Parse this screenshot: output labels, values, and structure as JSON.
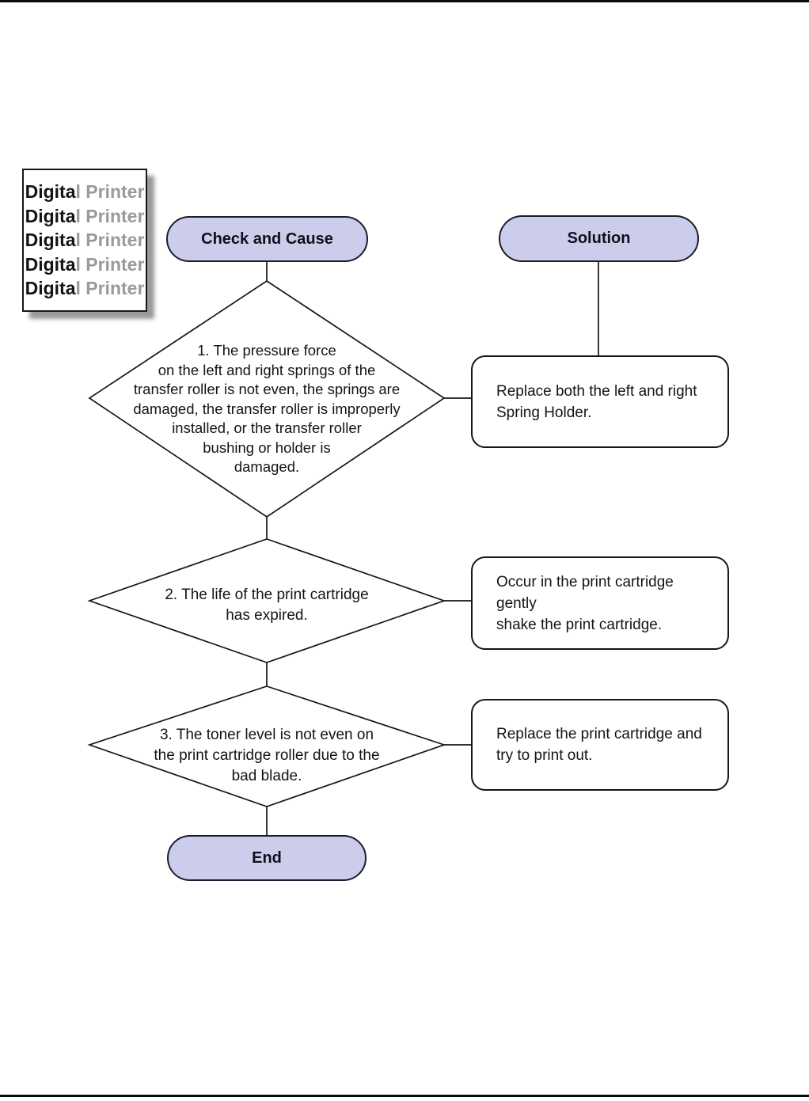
{
  "page": {
    "background_color": "#ffffff",
    "accent_fill_color": "#cccdea",
    "line_color": "#161616",
    "watermark_gray_color": "#9a9a9a"
  },
  "watermark": {
    "black_part": "Digita",
    "gray_part": "l Printer",
    "repeat_count": 5
  },
  "flowchart": {
    "header_left": "Check and Cause",
    "header_right": "Solution",
    "terminator": "End",
    "steps": [
      {
        "check": "1. The pressure force\non the left and right springs of the\ntransfer roller is not even, the springs are\ndamaged, the transfer roller is improperly\ninstalled, or the transfer roller\nbushing or holder is\ndamaged.",
        "solution": "Replace both the left and right\nSpring Holder."
      },
      {
        "check": "2. The life of the print cartridge\nhas expired.",
        "solution": "Occur in the print cartridge gently\nshake the print cartridge."
      },
      {
        "check": "3. The toner level is not even on\nthe print cartridge roller due to the\nbad blade.",
        "solution": "Replace the print cartridge and\ntry to print out."
      }
    ]
  }
}
